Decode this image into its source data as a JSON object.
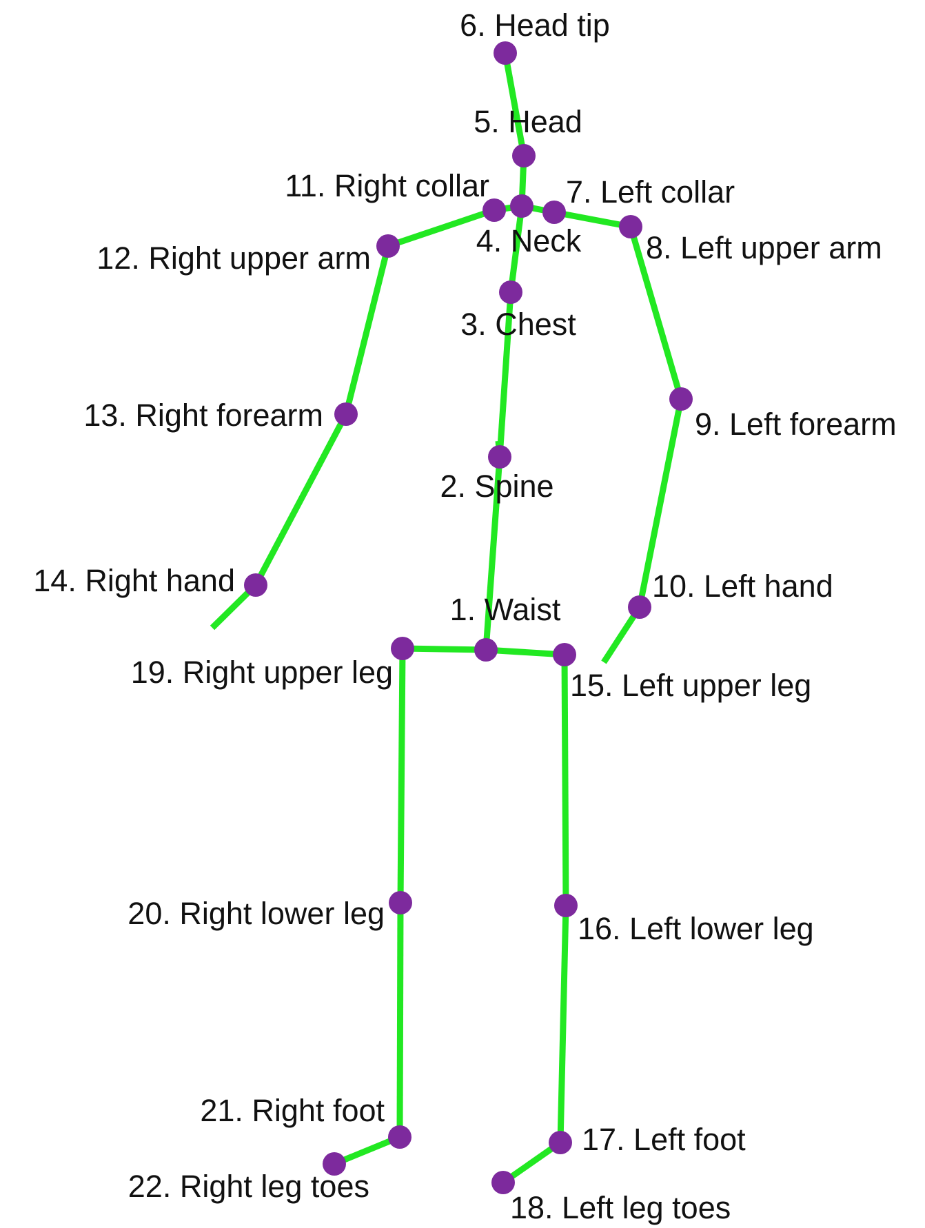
{
  "colors": {
    "background": "#ffffff",
    "bone": "#22e822",
    "joint": "#7d2a9d",
    "label": "#111111"
  },
  "joints": [
    {
      "id": 1,
      "label": "1. Waist"
    },
    {
      "id": 2,
      "label": "2. Spine"
    },
    {
      "id": 3,
      "label": "3. Chest"
    },
    {
      "id": 4,
      "label": "4. Neck"
    },
    {
      "id": 5,
      "label": "5. Head"
    },
    {
      "id": 6,
      "label": "6. Head tip"
    },
    {
      "id": 7,
      "label": "7. Left collar"
    },
    {
      "id": 8,
      "label": "8. Left upper arm"
    },
    {
      "id": 9,
      "label": "9. Left forearm"
    },
    {
      "id": 10,
      "label": "10. Left hand"
    },
    {
      "id": 11,
      "label": "11. Right collar"
    },
    {
      "id": 12,
      "label": "12. Right upper arm"
    },
    {
      "id": 13,
      "label": "13. Right forearm"
    },
    {
      "id": 14,
      "label": "14. Right hand"
    },
    {
      "id": 15,
      "label": "15. Left upper leg"
    },
    {
      "id": 16,
      "label": "16. Left lower leg"
    },
    {
      "id": 17,
      "label": "17. Left foot"
    },
    {
      "id": 18,
      "label": "18. Left leg toes"
    },
    {
      "id": 19,
      "label": "19. Right upper leg"
    },
    {
      "id": 20,
      "label": "20. Right lower leg"
    },
    {
      "id": 21,
      "label": "21. Right foot"
    },
    {
      "id": 22,
      "label": "22. Right leg toes"
    }
  ],
  "bones": [
    [
      6,
      5
    ],
    [
      5,
      4
    ],
    [
      4,
      3
    ],
    [
      3,
      2
    ],
    [
      2,
      1
    ],
    [
      4,
      11
    ],
    [
      11,
      12
    ],
    [
      12,
      13
    ],
    [
      13,
      14
    ],
    [
      4,
      7
    ],
    [
      7,
      8
    ],
    [
      8,
      9
    ],
    [
      9,
      10
    ],
    [
      1,
      19
    ],
    [
      19,
      20
    ],
    [
      20,
      21
    ],
    [
      21,
      22
    ],
    [
      1,
      15
    ],
    [
      15,
      16
    ],
    [
      16,
      17
    ],
    [
      17,
      18
    ]
  ]
}
